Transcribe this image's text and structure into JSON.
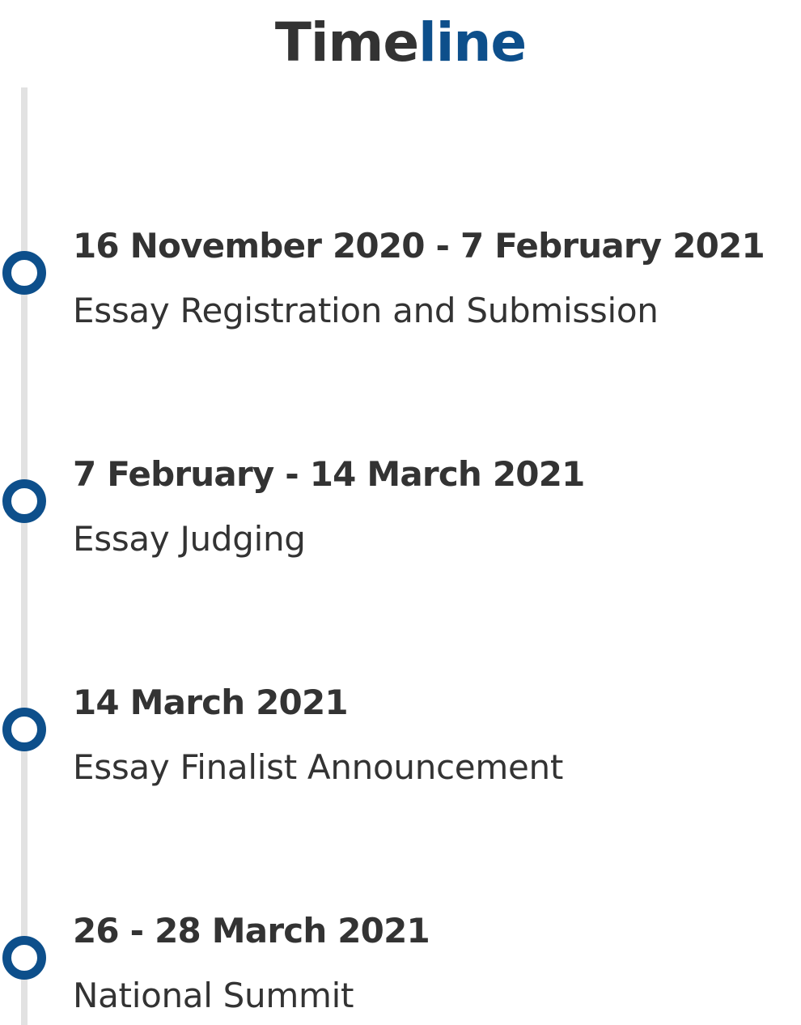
{
  "header": {
    "title_part1": "Time",
    "title_part2": "line",
    "accent_color": "#0d4f8b",
    "text_color": "#333333"
  },
  "timeline": {
    "items": [
      {
        "date": "16 November 2020 - 7 February 2021",
        "event": "Essay Registration and Submission"
      },
      {
        "date": "7 February - 14 March 2021",
        "event": "Essay Judging"
      },
      {
        "date": "14 March 2021",
        "event": "Essay Finalist Announcement"
      },
      {
        "date": "26 - 28 March 2021",
        "event": "National Summit"
      }
    ]
  }
}
